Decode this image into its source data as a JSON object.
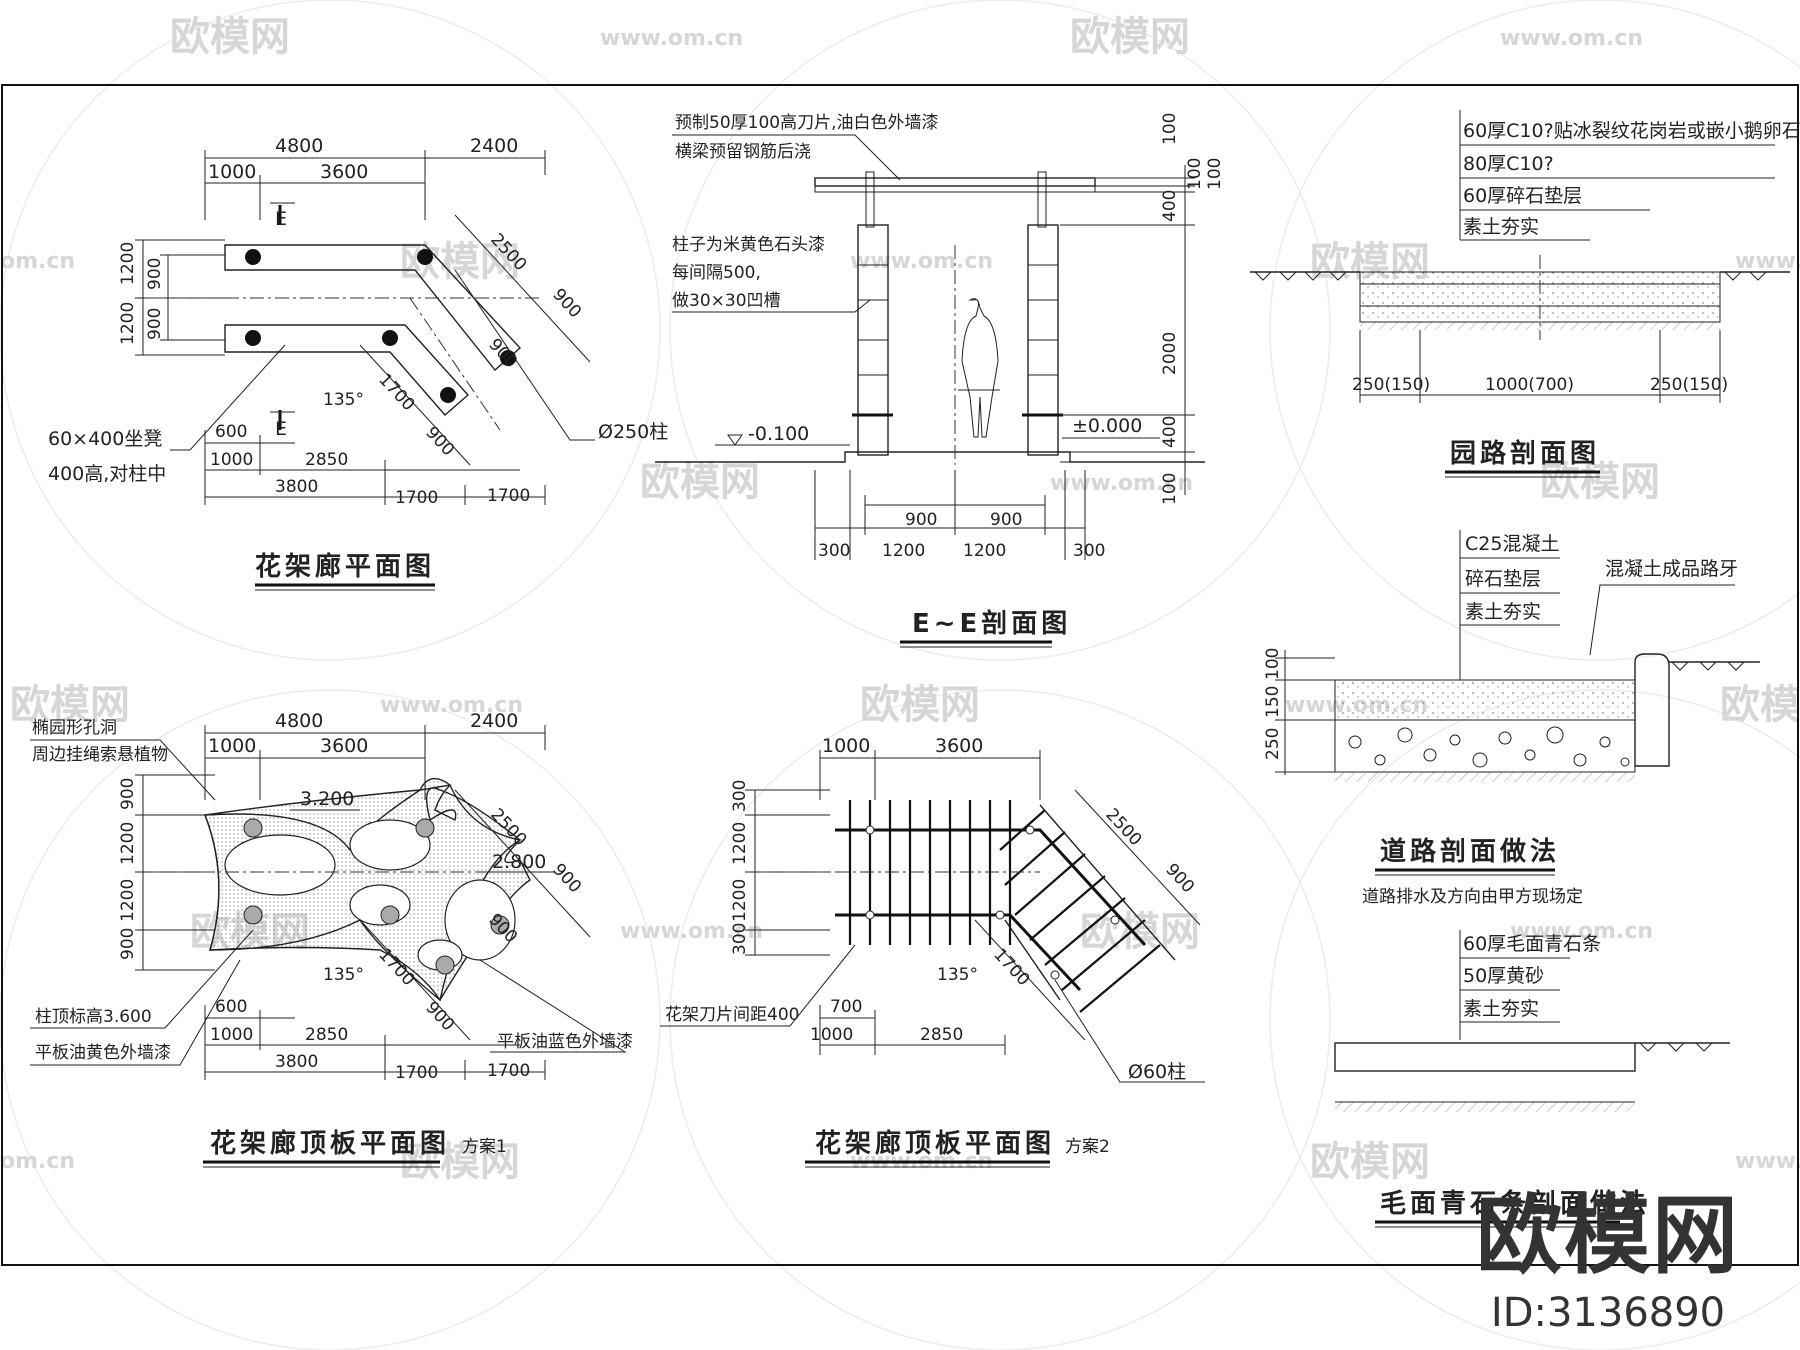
{
  "watermarks": {
    "brand": "欧模网",
    "url": "www.om.cn",
    "url_short": "om.cn",
    "url_cut": "www."
  },
  "logo": {
    "brand": "欧模网",
    "id": "ID:3136890"
  },
  "plan": {
    "title": "花架廊平面图",
    "dims_top": [
      "4800",
      "2400",
      "1000",
      "3600"
    ],
    "dims_left": [
      "1200",
      "900",
      "1200",
      "900"
    ],
    "dims_diag": [
      "2500",
      "900",
      "900",
      "1700",
      "900"
    ],
    "dims_bottom": [
      "600",
      "1000",
      "2850",
      "3800",
      "1700",
      "1700"
    ],
    "section_mark": "E",
    "angle": "135°",
    "note_bench_1": "60×400坐凳",
    "note_bench_2": "400高,对柱中",
    "note_column": "Ø250柱"
  },
  "section": {
    "title": "E~E剖面图",
    "note_top_1": "预制50厚100高刀片,油白色外墙漆",
    "note_top_2": "横梁预留钢筋后浇",
    "note_col_1": "柱子为米黄色石头漆",
    "note_col_2": "每间隔500,",
    "note_col_3": "做30×30凹槽",
    "level_left": "-0.100",
    "level_right": "±0.000",
    "dims_right": [
      "100",
      "100",
      "100",
      "400",
      "2000",
      "400",
      "100"
    ],
    "dims_bottom": [
      "900",
      "900",
      "300",
      "1200",
      "1200",
      "300"
    ]
  },
  "garden_path": {
    "title": "园路剖面图",
    "layers": [
      "60厚C10?贴冰裂纹花岗岩或嵌小鹅卵石",
      "80厚C10?",
      "60厚碎石垫层",
      "素土夯实"
    ],
    "dims": [
      "250(150)",
      "1000(700)",
      "250(150)"
    ]
  },
  "road": {
    "title": "道路剖面做法",
    "note": "道路排水及方向由甲方现场定",
    "layers": [
      "C25混凝土",
      "碎石垫层",
      "素土夯实"
    ],
    "curb": "混凝土成品路牙",
    "dims": [
      "100",
      "150",
      "250"
    ]
  },
  "stone": {
    "title": "毛面青石条剖面做法",
    "layers": [
      "60厚毛面青石条",
      "50厚黄砂",
      "素土夯实"
    ]
  },
  "roof1": {
    "title": "花架廊顶板平面图",
    "scheme": "方案1",
    "note_hole_1": "椭园形孔洞",
    "note_hole_2": "周边挂绳索悬植物",
    "level_1": "3.200",
    "level_2": "2.800",
    "note_top_level": "柱顶标高3.600",
    "note_paint_yellow": "平板油黄色外墙漆",
    "note_paint_blue": "平板油蓝色外墙漆",
    "dims_top": [
      "4800",
      "2400",
      "1000",
      "3600"
    ],
    "dims_left": [
      "900",
      "1200",
      "1200",
      "900"
    ],
    "dims_diag": [
      "2500",
      "900",
      "900",
      "1700",
      "900"
    ],
    "dims_bottom": [
      "600",
      "1000",
      "2850",
      "3800",
      "1700",
      "1700"
    ],
    "angle": "135°"
  },
  "roof2": {
    "title": "花架廊顶板平面图",
    "scheme": "方案2",
    "note_spacing": "花架刀片间距400",
    "note_column": "Ø60柱",
    "dims_top": [
      "1000",
      "3600"
    ],
    "dims_left": [
      "300",
      "1200",
      "1200",
      "300"
    ],
    "dims_diag": [
      "2500",
      "900",
      "1700"
    ],
    "dims_bottom": [
      "700",
      "1000",
      "2850"
    ],
    "angle": "135°"
  }
}
